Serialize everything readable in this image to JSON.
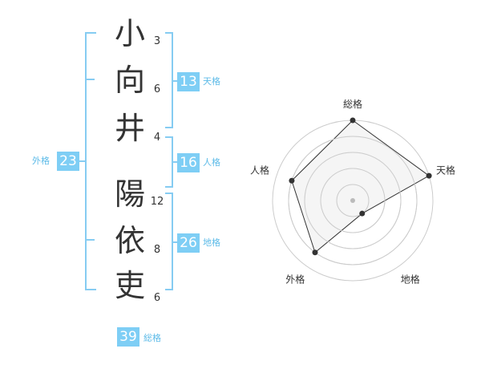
{
  "name": {
    "characters": [
      {
        "char": "小",
        "strokes": "3"
      },
      {
        "char": "向",
        "strokes": "6"
      },
      {
        "char": "井",
        "strokes": "4"
      },
      {
        "char": "陽",
        "strokes": "12"
      },
      {
        "char": "依",
        "strokes": "8"
      },
      {
        "char": "吏",
        "strokes": "6"
      }
    ]
  },
  "scores": {
    "tenkaku": {
      "value": "13",
      "label": "天格"
    },
    "jinkaku": {
      "value": "16",
      "label": "人格"
    },
    "chikaku": {
      "value": "26",
      "label": "地格"
    },
    "gaikaku": {
      "value": "23",
      "label": "外格"
    },
    "soukaku": {
      "value": "39",
      "label": "総格"
    }
  },
  "radar": {
    "axes": [
      "総格",
      "天格",
      "地格",
      "外格",
      "人格"
    ],
    "levels": [
      5,
      5,
      1,
      4,
      4
    ],
    "max_level": 5,
    "colors": {
      "grid": "#cccccc",
      "fill": "#f2f2f2",
      "line": "#333333",
      "point": "#333333"
    }
  },
  "colors": {
    "accent": "#7ecef5",
    "label": "#5dbbe8"
  }
}
